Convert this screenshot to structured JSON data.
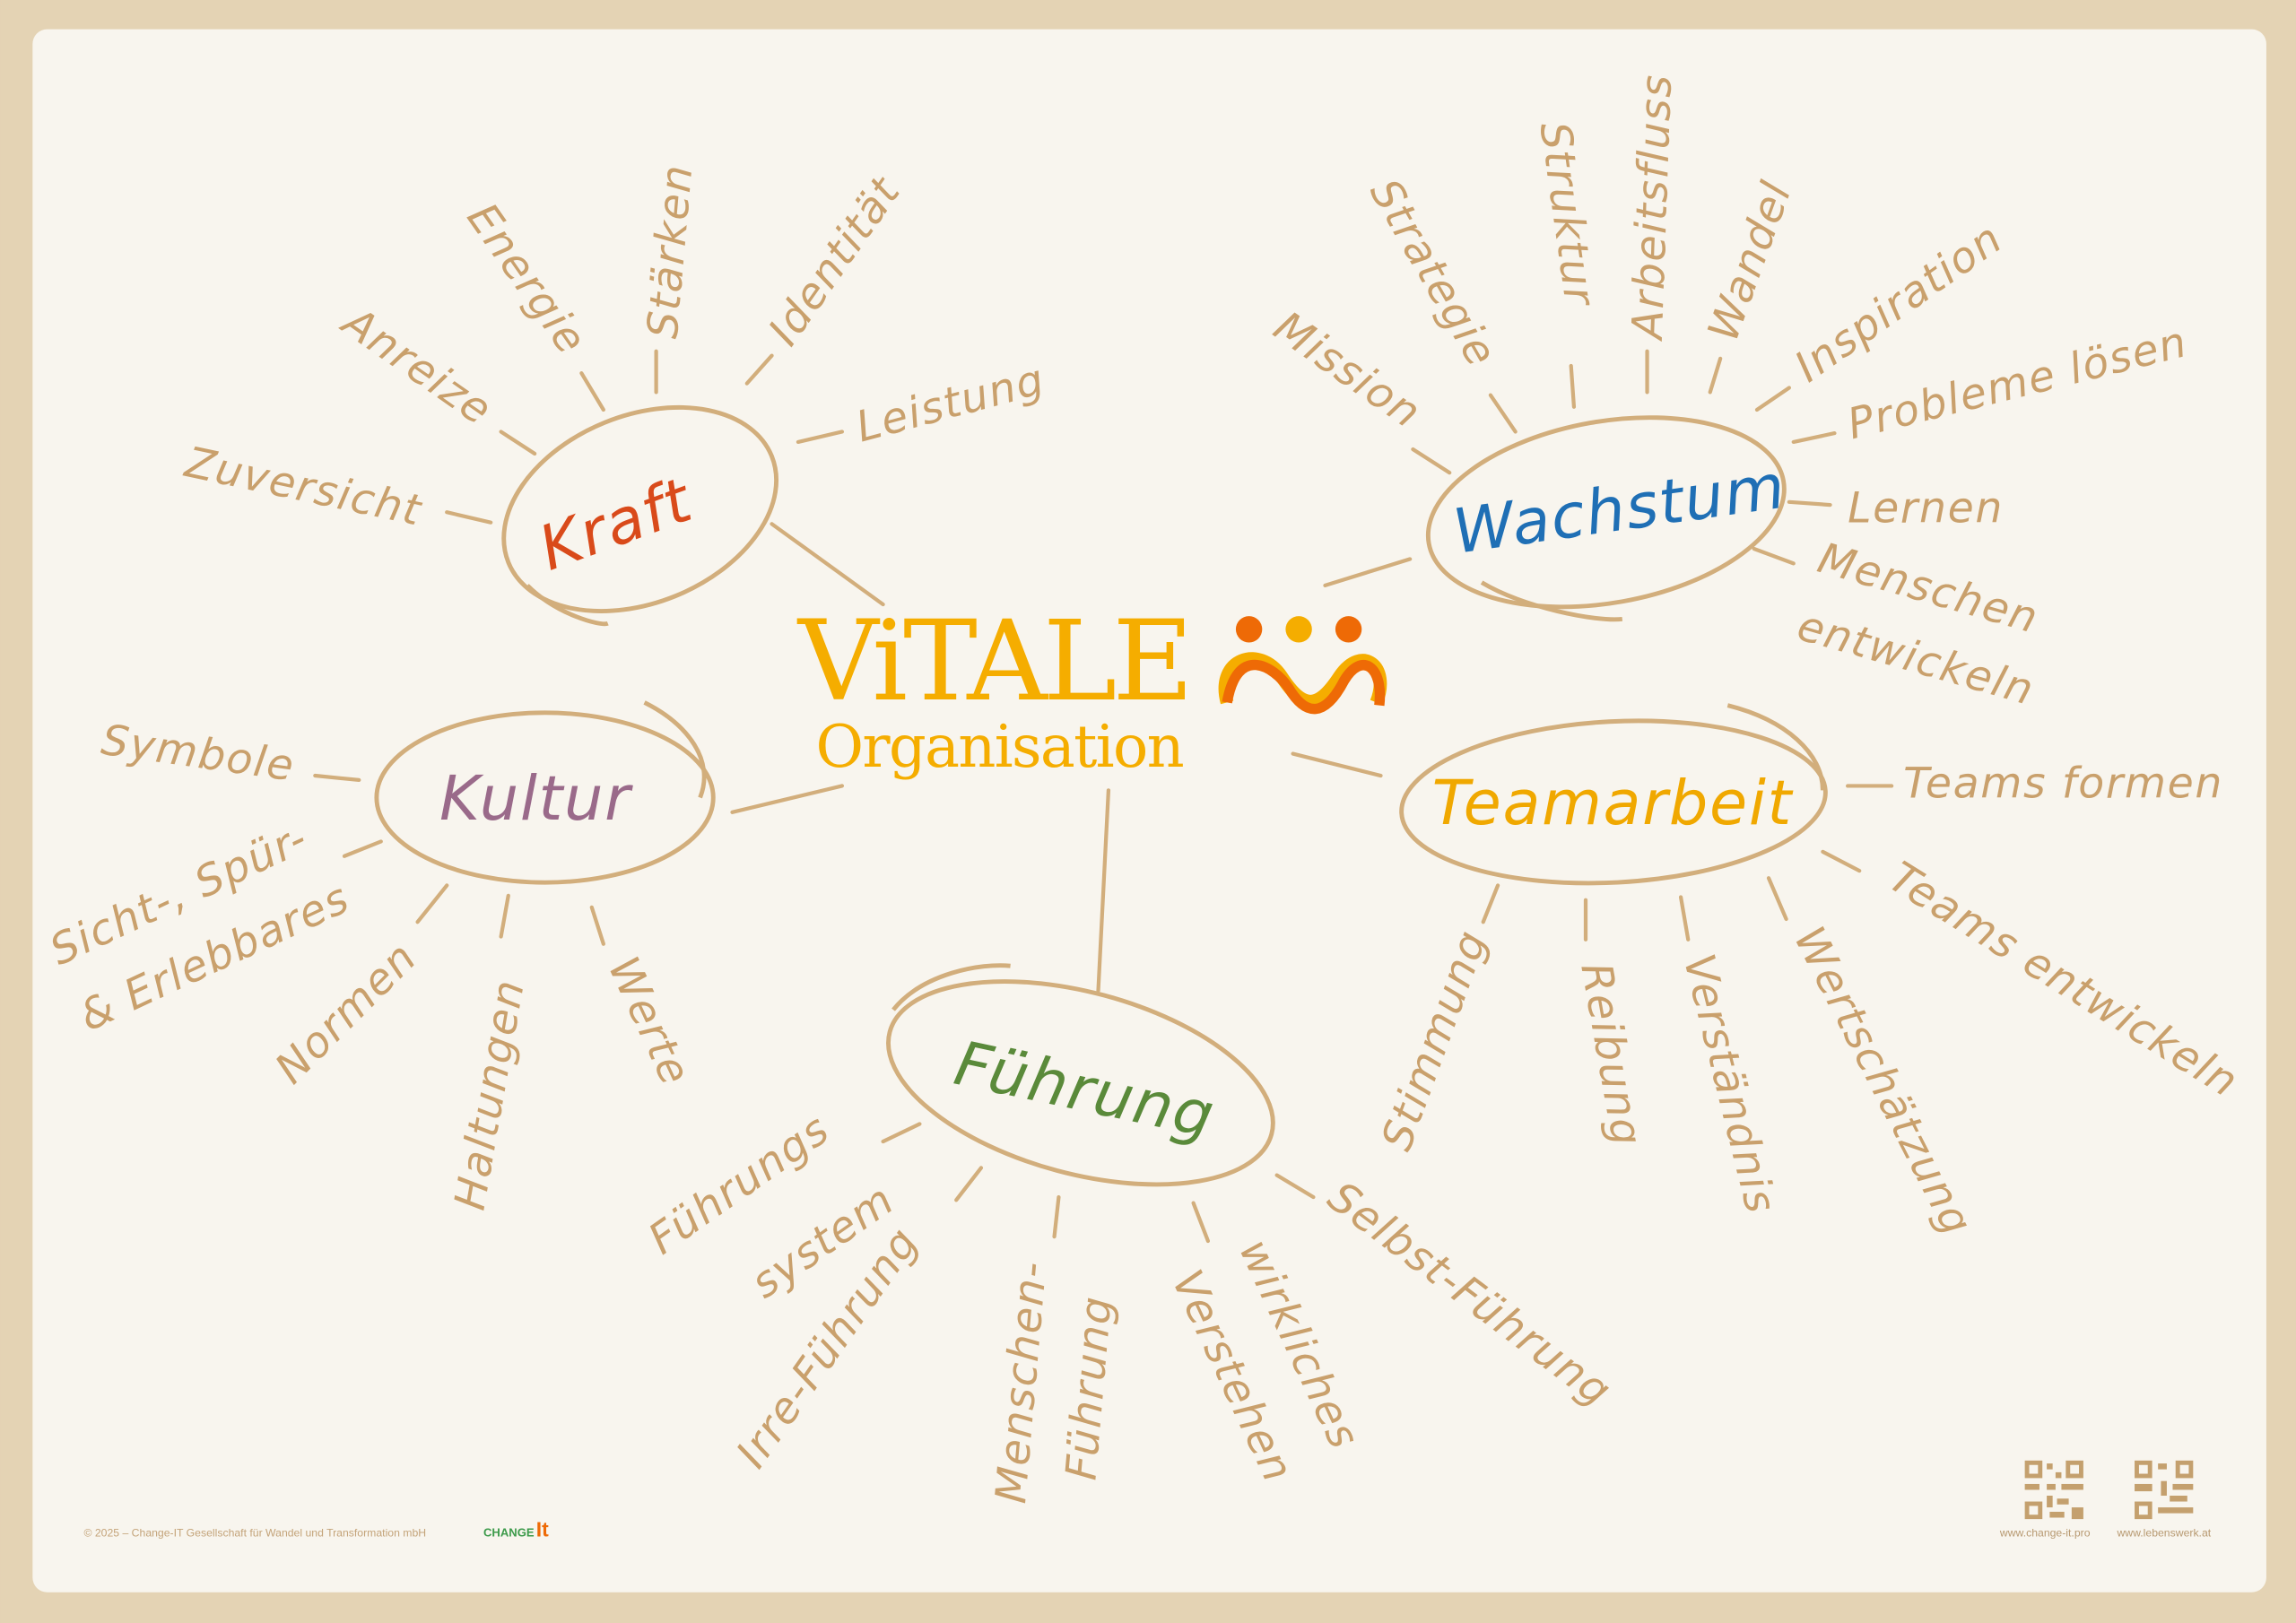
{
  "colors": {
    "frame": "#e4d3b4",
    "paper": "#f8f5ee",
    "label": "#c9a06c",
    "kraft": "#d94a1a",
    "wachstum": "#1f6fb5",
    "kultur": "#9a6a8a",
    "teamarbeit": "#f0a800",
    "fuehrung": "#5a8a3a",
    "logo_yellow": "#f5ad00",
    "logo_orange": "#ee6a06"
  },
  "logo": {
    "line1": "ViTALE",
    "line2": "Organisation"
  },
  "hubs": {
    "kraft": {
      "title": "Kraft",
      "items": [
        "Zuversicht",
        "Anreize",
        "Energie",
        "Stärken",
        "Identität",
        "Leistung"
      ]
    },
    "wachstum": {
      "title": "Wachstum",
      "items": [
        "Mission",
        "Strategie",
        "Struktur",
        "Arbeitsfluss",
        "Wandel",
        "Inspiration",
        "Probleme lösen",
        "Lernen",
        "Menschen",
        "entwickeln"
      ]
    },
    "kultur": {
      "title": "Kultur",
      "items": [
        "Symbole",
        "Sicht-, Spür-",
        "& Erlebbares",
        "Normen",
        "Haltungen",
        "Werte"
      ]
    },
    "teamarbeit": {
      "title": "Teamarbeit",
      "items": [
        "Teams formen",
        "Teams entwickeln",
        "Stimmung",
        "Reibung",
        "Verständnis",
        "Wertschätzung"
      ]
    },
    "fuehrung": {
      "title": "Führung",
      "items": [
        "Führungs",
        "system",
        "Irre-Führung",
        "Menschen-",
        "Führung",
        "wirkliches",
        "Verstehen",
        "Selbst-Führung"
      ]
    }
  },
  "footer": {
    "copyright": "© 2025 – Change-IT Gesellschaft für Wandel und Transformation mbH",
    "brand_change": "CHANGE",
    "brand_it": "It",
    "qr1_url": "www.change-it.pro",
    "qr2_url": "www.lebenswerk.at"
  }
}
